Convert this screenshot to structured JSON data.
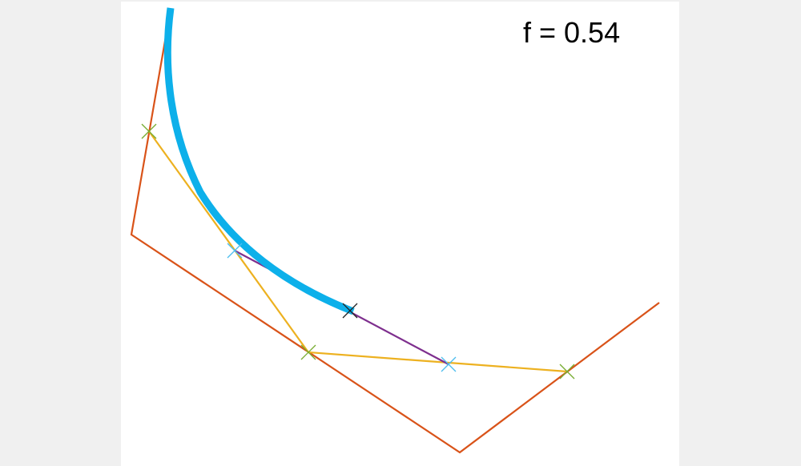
{
  "label": "f = 0.54",
  "colors": {
    "figure_background": "#f0f0f0",
    "axes_background": "#ffffff",
    "control_polygon": "#d95319",
    "level1": "#edb120",
    "level2": "#7e2f8e",
    "curve": "#0db0ea",
    "level1_marker": "#77ac30",
    "level2_marker": "#4dbeee",
    "final_point_marker": "#222222"
  },
  "shapes": {
    "marker": "x-marker",
    "curve_trace": "bezier-curve",
    "polygon": "control-polygon"
  }
}
